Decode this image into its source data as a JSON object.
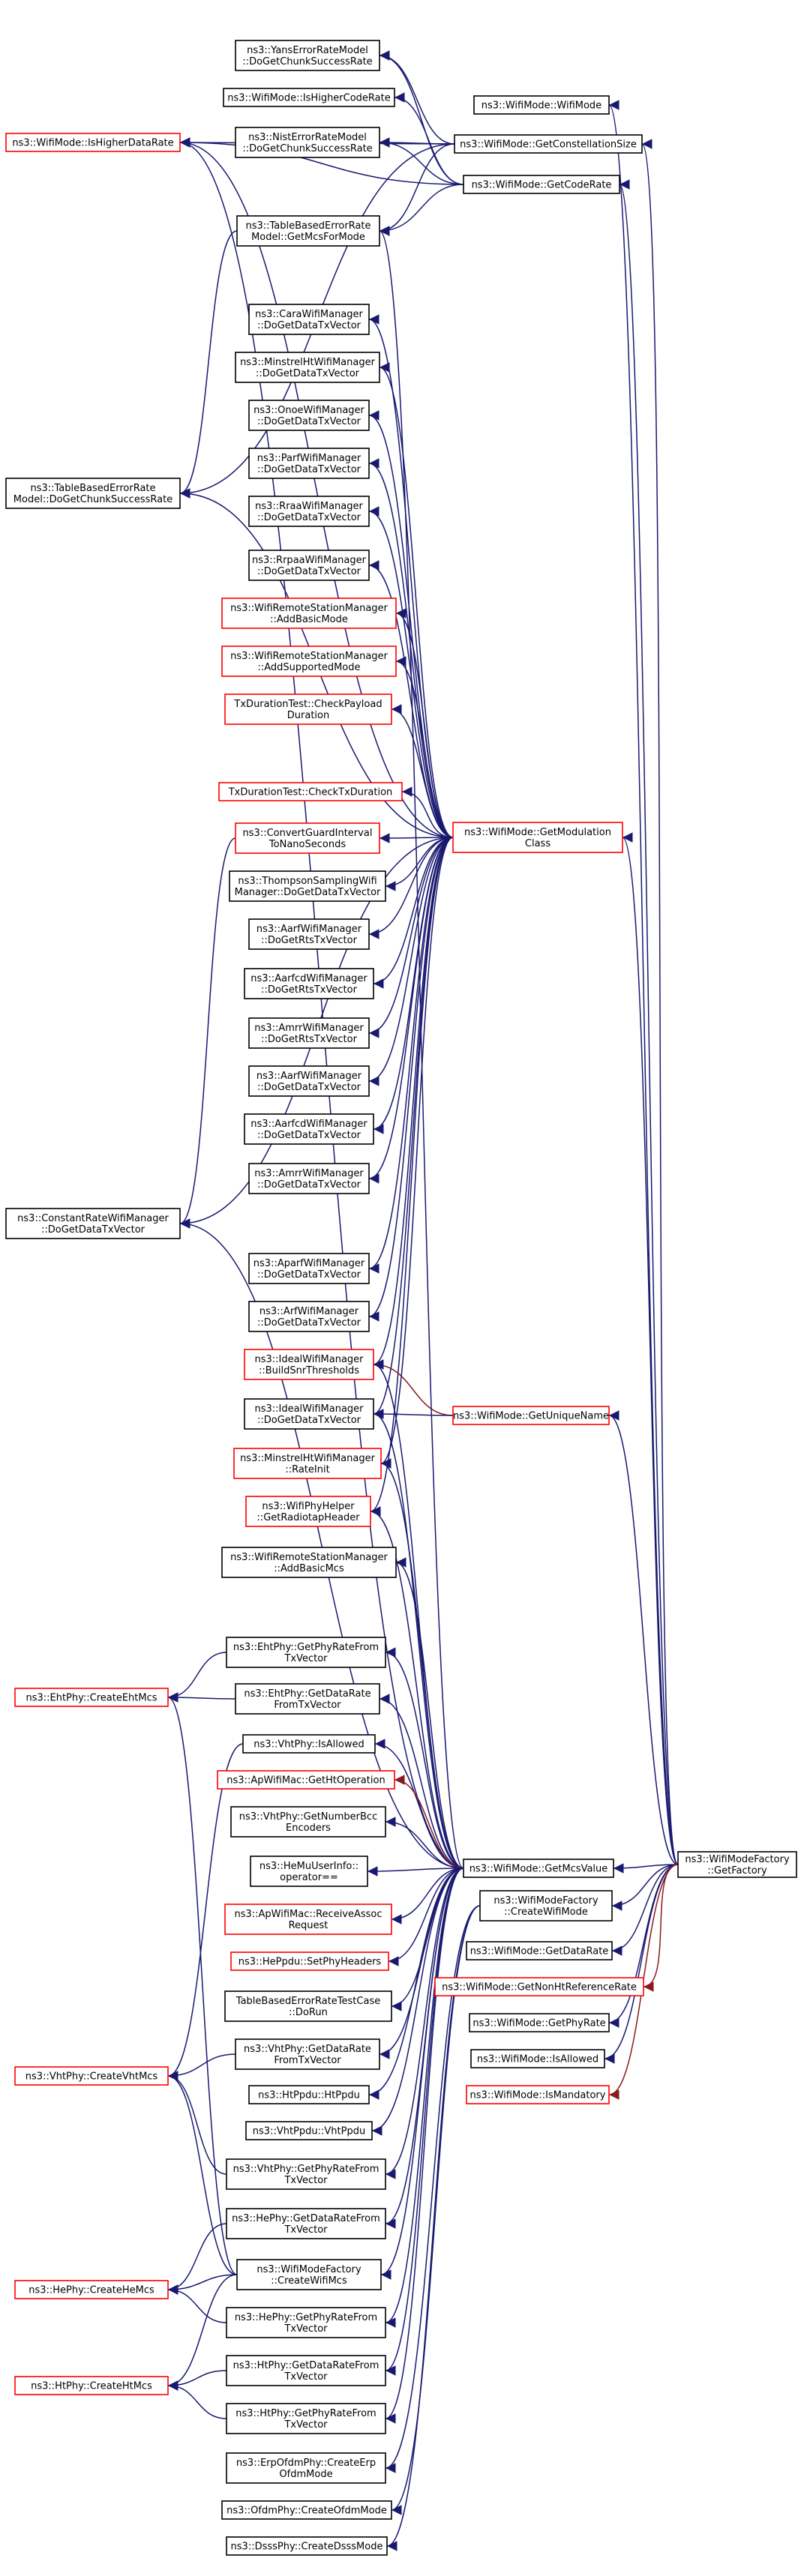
{
  "diagram": {
    "colors": {
      "edge": "#191970",
      "edge_highlight": "#8b1a1a",
      "node_border": "#000000",
      "node_border_truncated": "#ff0000",
      "focus_fill": "#bfbfbf",
      "background": "#ffffff"
    },
    "nodes": {
      "focus": {
        "lines": [
          "ns3::WifiModeFactory",
          "::GetFactory"
        ]
      },
      "wifimode": {
        "lines": [
          "ns3::WifiMode::WifiMode"
        ]
      },
      "constellation": {
        "lines": [
          "ns3::WifiMode::GetConstellationSize"
        ]
      },
      "coderate": {
        "lines": [
          "ns3::WifiMode::GetCodeRate"
        ]
      },
      "modclass": {
        "lines": [
          "ns3::WifiMode::GetModulation",
          "Class"
        ]
      },
      "uniquename": {
        "lines": [
          "ns3::WifiMode::GetUniqueName"
        ]
      },
      "getmcs": {
        "lines": [
          "ns3::WifiMode::GetMcsValue"
        ]
      },
      "createwifimode": {
        "lines": [
          "ns3::WifiModeFactory",
          "::CreateWifiMode"
        ]
      },
      "getdatarate": {
        "lines": [
          "ns3::WifiMode::GetDataRate"
        ]
      },
      "getnonht": {
        "lines": [
          "ns3::WifiMode::GetNonHtReferenceRate"
        ]
      },
      "getphyrate": {
        "lines": [
          "ns3::WifiMode::GetPhyRate"
        ]
      },
      "isallowed": {
        "lines": [
          "ns3::WifiMode::IsAllowed"
        ]
      },
      "ismandatory": {
        "lines": [
          "ns3::WifiMode::IsMandatory"
        ]
      },
      "ishigherdatarate": {
        "lines": [
          "ns3::WifiMode::IsHigherDataRate"
        ]
      },
      "tablechunk": {
        "lines": [
          "ns3::TableBasedErrorRate",
          "Model::DoGetChunkSuccessRate"
        ]
      },
      "constantrate": {
        "lines": [
          "ns3::ConstantRateWifiManager",
          "::DoGetDataTxVector"
        ]
      },
      "ehtcreate": {
        "lines": [
          "ns3::EhtPhy::CreateEhtMcs"
        ]
      },
      "vhtcreate": {
        "lines": [
          "ns3::VhtPhy::CreateVhtMcs"
        ]
      },
      "hecreate": {
        "lines": [
          "ns3::HePhy::CreateHeMcs"
        ]
      },
      "htcreate": {
        "lines": [
          "ns3::HtPhy::CreateHtMcs"
        ]
      },
      "yans": {
        "lines": [
          "ns3::YansErrorRateModel",
          "::DoGetChunkSuccessRate"
        ]
      },
      "ishighercoderate": {
        "lines": [
          "ns3::WifiMode::IsHigherCodeRate"
        ]
      },
      "nist": {
        "lines": [
          "ns3::NistErrorRateModel",
          "::DoGetChunkSuccessRate"
        ]
      },
      "tablemcs": {
        "lines": [
          "ns3::TableBasedErrorRate",
          "Model::GetMcsForMode"
        ]
      },
      "cara": {
        "lines": [
          "ns3::CaraWifiManager",
          "::DoGetDataTxVector"
        ]
      },
      "minstrelht": {
        "lines": [
          "ns3::MinstrelHtWifiManager",
          "::DoGetDataTxVector"
        ]
      },
      "onoe": {
        "lines": [
          "ns3::OnoeWifiManager",
          "::DoGetDataTxVector"
        ]
      },
      "parf": {
        "lines": [
          "ns3::ParfWifiManager",
          "::DoGetDataTxVector"
        ]
      },
      "rraa": {
        "lines": [
          "ns3::RraaWifiManager",
          "::DoGetDataTxVector"
        ]
      },
      "rrpaa": {
        "lines": [
          "ns3::RrpaaWifiManager",
          "::DoGetDataTxVector"
        ]
      },
      "addbasicmode": {
        "lines": [
          "ns3::WifiRemoteStationManager",
          "::AddBasicMode"
        ]
      },
      "addsupportedmode": {
        "lines": [
          "ns3::WifiRemoteStationManager",
          "::AddSupportedMode"
        ]
      },
      "checkpayload": {
        "lines": [
          "TxDurationTest::CheckPayload",
          "Duration"
        ]
      },
      "checktxduration": {
        "lines": [
          "TxDurationTest::CheckTxDuration"
        ]
      },
      "convertguard": {
        "lines": [
          "ns3::ConvertGuardInterval",
          "ToNanoSeconds"
        ]
      },
      "thompson": {
        "lines": [
          "ns3::ThompsonSamplingWifi",
          "Manager::DoGetDataTxVector"
        ]
      },
      "aarfrts": {
        "lines": [
          "ns3::AarfWifiManager",
          "::DoGetRtsTxVector"
        ]
      },
      "aarfcdrts": {
        "lines": [
          "ns3::AarfcdWifiManager",
          "::DoGetRtsTxVector"
        ]
      },
      "amrrrts": {
        "lines": [
          "ns3::AmrrWifiManager",
          "::DoGetRtsTxVector"
        ]
      },
      "aarfdata": {
        "lines": [
          "ns3::AarfWifiManager",
          "::DoGetDataTxVector"
        ]
      },
      "aarfcddata": {
        "lines": [
          "ns3::AarfcdWifiManager",
          "::DoGetDataTxVector"
        ]
      },
      "amrrdata": {
        "lines": [
          "ns3::AmrrWifiManager",
          "::DoGetDataTxVector"
        ]
      },
      "aparfdata": {
        "lines": [
          "ns3::AparfWifiManager",
          "::DoGetDataTxVector"
        ]
      },
      "arfdata": {
        "lines": [
          "ns3::ArfWifiManager",
          "::DoGetDataTxVector"
        ]
      },
      "idealbuild": {
        "lines": [
          "ns3::IdealWifiManager",
          "::BuildSnrThresholds"
        ]
      },
      "idealdata": {
        "lines": [
          "ns3::IdealWifiManager",
          "::DoGetDataTxVector"
        ]
      },
      "minstrelrate": {
        "lines": [
          "ns3::MinstrelHtWifiManager",
          "::RateInit"
        ]
      },
      "radiotap": {
        "lines": [
          "ns3::WifiPhyHelper",
          "::GetRadiotapHeader"
        ]
      },
      "addbasicmcs": {
        "lines": [
          "ns3::WifiRemoteStationManager",
          "::AddBasicMcs"
        ]
      },
      "ehtphyrate": {
        "lines": [
          "ns3::EhtPhy::GetPhyRateFrom",
          "TxVector"
        ]
      },
      "ehtdatarate": {
        "lines": [
          "ns3::EhtPhy::GetDataRate",
          "FromTxVector"
        ]
      },
      "vhtisallowed": {
        "lines": [
          "ns3::VhtPhy::IsAllowed"
        ]
      },
      "aphtop": {
        "lines": [
          "ns3::ApWifiMac::GetHtOperation"
        ]
      },
      "vhtbcc": {
        "lines": [
          "ns3::VhtPhy::GetNumberBcc",
          "Encoders"
        ]
      },
      "hemuuser": {
        "lines": [
          "ns3::HeMuUserInfo::",
          "operator=="
        ]
      },
      "apassoc": {
        "lines": [
          "ns3::ApWifiMac::ReceiveAssoc",
          "Request"
        ]
      },
      "heppdu": {
        "lines": [
          "ns3::HePpdu::SetPhyHeaders"
        ]
      },
      "tabletest": {
        "lines": [
          "TableBasedErrorRateTestCase",
          "::DoRun"
        ]
      },
      "vhtdatarate": {
        "lines": [
          "ns3::VhtPhy::GetDataRate",
          "FromTxVector"
        ]
      },
      "htppdu": {
        "lines": [
          "ns3::HtPpdu::HtPpdu"
        ]
      },
      "vhtppdu": {
        "lines": [
          "ns3::VhtPpdu::VhtPpdu"
        ]
      },
      "vhtphyrate": {
        "lines": [
          "ns3::VhtPhy::GetPhyRateFrom",
          "TxVector"
        ]
      },
      "hedatarate": {
        "lines": [
          "ns3::HePhy::GetDataRateFrom",
          "TxVector"
        ]
      },
      "createwifimcs": {
        "lines": [
          "ns3::WifiModeFactory",
          "::CreateWifiMcs"
        ]
      },
      "hephyrate": {
        "lines": [
          "ns3::HePhy::GetPhyRateFrom",
          "TxVector"
        ]
      },
      "htdatarate": {
        "lines": [
          "ns3::HtPhy::GetDataRateFrom",
          "TxVector"
        ]
      },
      "htphyrate": {
        "lines": [
          "ns3::HtPhy::GetPhyRateFrom",
          "TxVector"
        ]
      },
      "erpofdm": {
        "lines": [
          "ns3::ErpOfdmPhy::CreateErp",
          "OfdmMode"
        ]
      },
      "ofdmmode": {
        "lines": [
          "ns3::OfdmPhy::CreateOfdmMode"
        ]
      },
      "dsssmode": {
        "lines": [
          "ns3::DsssPhy::CreateDsssMode"
        ]
      }
    }
  }
}
